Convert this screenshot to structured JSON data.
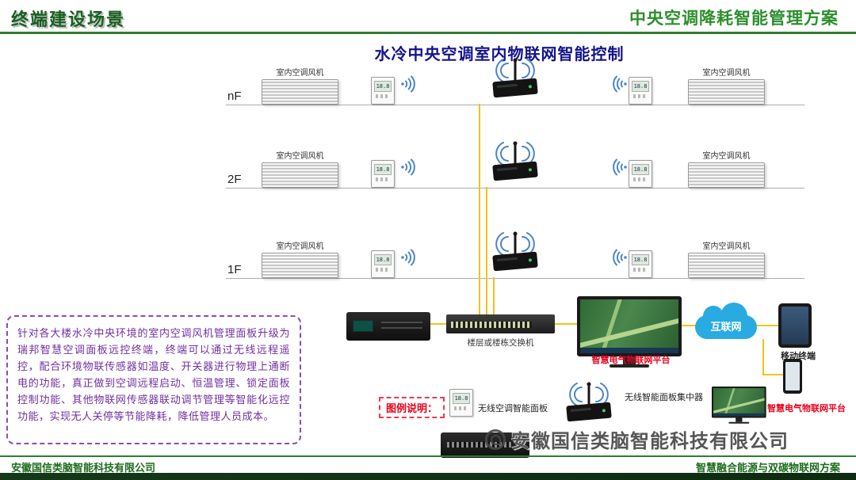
{
  "header": {
    "left_title": "终端建设场景",
    "right_title": "中央空调降耗智能管理方案"
  },
  "diagram": {
    "title": "水冷中央空调室内物联网智能控制",
    "fan_label": "室内空调风机",
    "thermo_display": "18.8",
    "floors": [
      {
        "label": "nF"
      },
      {
        "label": "2F"
      },
      {
        "label": "1F"
      }
    ],
    "switch_label": "楼层或楼栋交换机",
    "platform_label": "智慧电气物联网平台",
    "internet_label": "互联网",
    "mobile_label": "移动终端"
  },
  "legend": {
    "title": "图例说明：",
    "items": [
      {
        "label": "无线空调智能面板"
      },
      {
        "label": "无线智能面板集中器"
      },
      {
        "label": "智慧电气物联网平台"
      }
    ]
  },
  "description": {
    "text": "针对各大楼水冷中央环境的室内空调风机管理面板升级为瑞邦智慧空调面板远控终端，终端可以通过无线远程遥控，配合环境物联传感器如温度、开关器进行物理上通断电的功能，真正做到空调远程启动、恒温管理、锁定面板控制功能、其他物联网传感器联动调节管理等智能化远控功能，实现无人关停等节能降耗，降低管理人员成本。"
  },
  "watermark": {
    "text": "安徽国信类脑智能科技有限公司"
  },
  "footer": {
    "left": "安徽国信类脑智能科技有限公司",
    "right": "智慧融合能源与双碳物联网方案"
  },
  "colors": {
    "brand_green": "#1e7a1e",
    "title_navy": "#14148c",
    "cable_yellow": "#f2c21a",
    "note_purple": "#7030a0",
    "accent_red": "#e8001c",
    "cloud_blue": "#29abe2"
  },
  "icons": {
    "wifi_signal": "blue radiating arcs",
    "gateway_antenna": "black rod with side arcs",
    "internet_cloud": "blue cloud shape",
    "platform_monitor": "monitor with green map screen",
    "mobile_devices": "tablet and phone slabs"
  }
}
